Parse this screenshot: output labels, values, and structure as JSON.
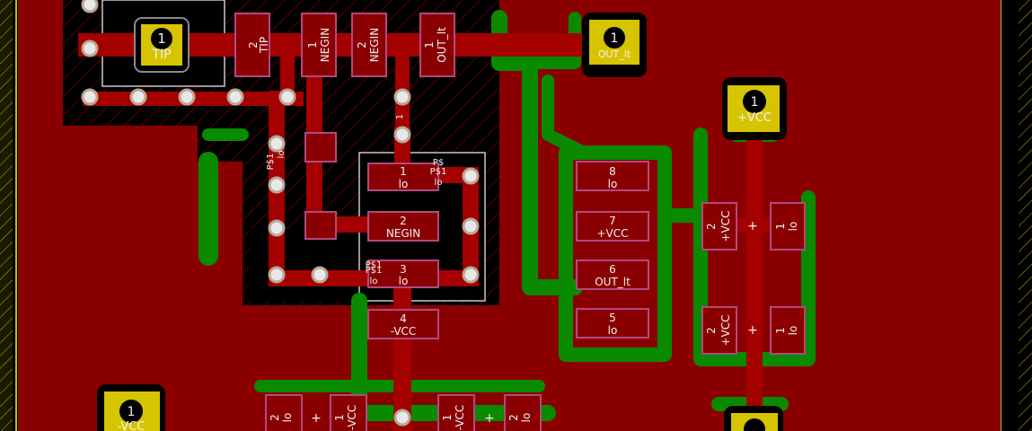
{
  "colors": {
    "copper_front": "#8a0000",
    "copper_bright": "#a40000",
    "copper_back": "#0a8a00",
    "outline": "#c9c9c9",
    "pad_ring": "#d6c400",
    "pad_center": "#c9ac00",
    "hole": "#e8e8e8",
    "text": "#f2f2f2",
    "edge_yellow": "#c8b400",
    "hatch": "#8a0000"
  },
  "components": {
    "tip_pad": {
      "pin": "1",
      "net": "TIP"
    },
    "out_pad": {
      "pin": "1",
      "net": "OUT_lt"
    },
    "vcc_top": {
      "pin": "1",
      "net": "+VCC"
    },
    "vcc_bottom_left": {
      "pin": "1",
      "net": "-VCC"
    },
    "top_row": [
      {
        "pin": "2",
        "net": "TIP"
      },
      {
        "pin": "1",
        "net": "NEGIN"
      },
      {
        "pin": "2",
        "net": "NEGIN"
      },
      {
        "pin": "1",
        "net": "OUT_lt"
      }
    ],
    "chip_left": [
      {
        "pin": "1",
        "net": "lo",
        "ref": "P$1"
      },
      {
        "pin": "2",
        "net": "NEGIN",
        "ref": ""
      },
      {
        "pin": "3",
        "net": "lo",
        "ref": "P$1"
      },
      {
        "pin": "4",
        "net": "-VCC",
        "ref": ""
      }
    ],
    "chip_right": [
      {
        "pin": "8",
        "net": "lo"
      },
      {
        "pin": "7",
        "net": "+VCC"
      },
      {
        "pin": "6",
        "net": "OUT_lt"
      },
      {
        "pin": "5",
        "net": "lo"
      }
    ],
    "cap_right_top": {
      "pin_a": "2",
      "net_a": "+VCC",
      "plus": "+",
      "pin_b": "1",
      "net_b": "lo"
    },
    "cap_right_bottom": {
      "pin_a": "2",
      "net_a": "+VCC",
      "plus": "+",
      "pin_b": "1",
      "net_b": "lo"
    },
    "cap_bottom_left": {
      "pin_a": "2",
      "net_a": "lo",
      "plus": "+",
      "pin_b": "1",
      "net_b": "-VCC"
    },
    "cap_bottom_right": {
      "pin_a": "1",
      "net_a": "-VCC",
      "plus": "+",
      "pin_b": "2",
      "net_b": "lo"
    },
    "misc": {
      "ps1_vertical": "P$1",
      "lo_vertical": "lo",
      "ps1_mid": "P$1",
      "lo_mid": "lo",
      "ps1_small": "P$",
      "small_1": "1",
      "small_lo": "lo"
    }
  }
}
